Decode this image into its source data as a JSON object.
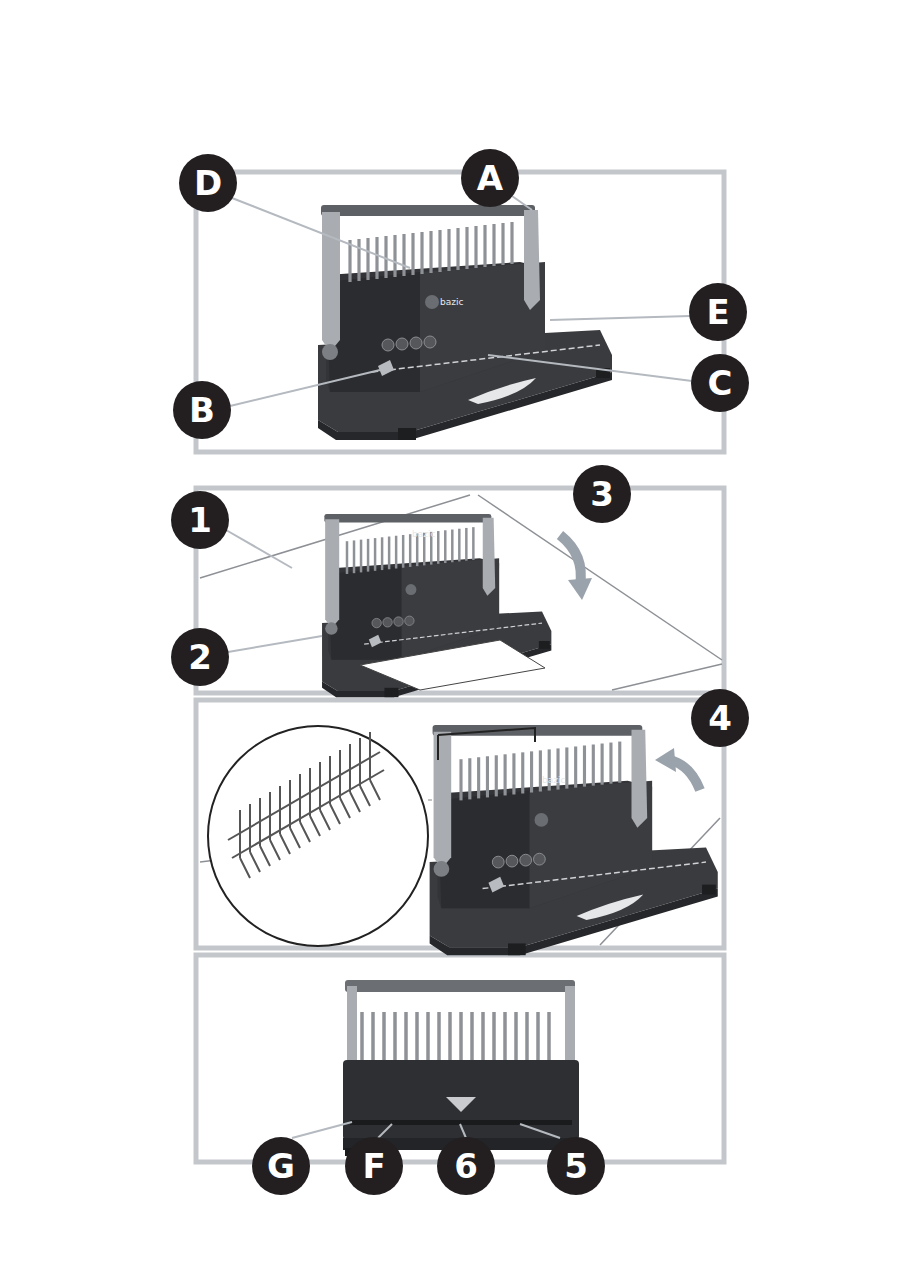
{
  "diagram": {
    "nodes": [
      {
        "text": [
          "D"
        ]
      },
      {
        "text": [
          "A"
        ]
      },
      {
        "text": [
          "E"
        ]
      },
      {
        "text": [
          "C"
        ]
      },
      {
        "text": [
          "B"
        ]
      },
      {
        "text": [
          "1"
        ]
      },
      {
        "text": [
          "3"
        ]
      },
      {
        "text": [
          "2"
        ]
      },
      {
        "text": [
          "4"
        ]
      },
      {
        "text": [
          "G"
        ]
      },
      {
        "text": [
          "F"
        ]
      },
      {
        "text": [
          "6"
        ]
      },
      {
        "text": [
          "5"
        ]
      }
    ],
    "labels": [
      "bazic",
      "bazic",
      "bazic"
    ]
  }
}
